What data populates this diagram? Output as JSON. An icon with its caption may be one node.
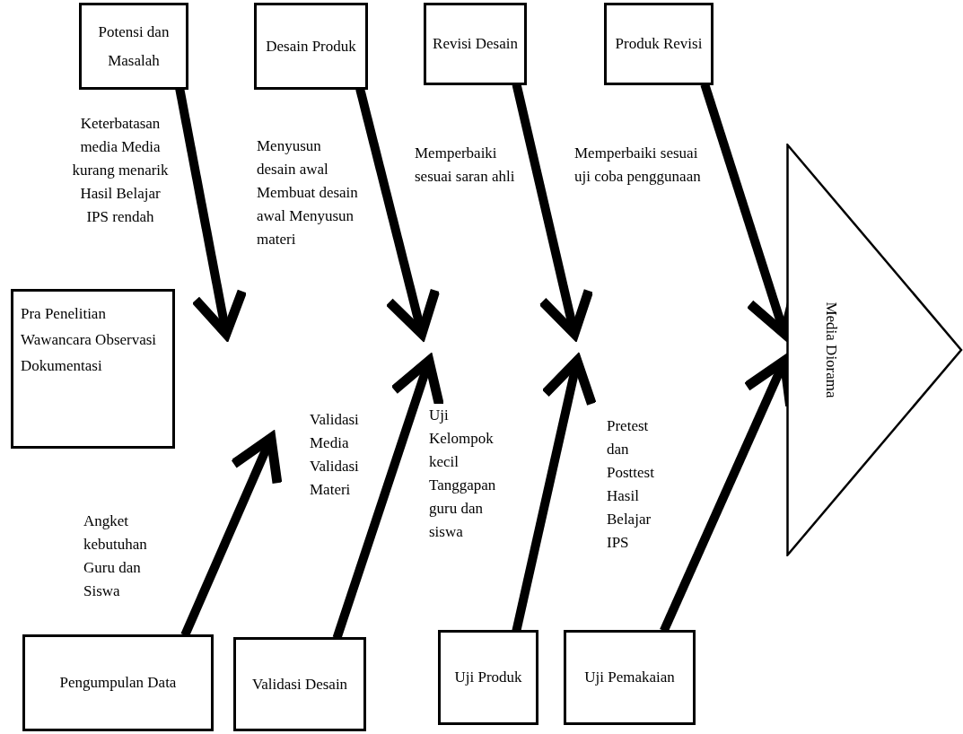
{
  "diagram": {
    "nodes": [
      {
        "text": [
          "Potensi dan Masalah"
        ]
      },
      {
        "text": [
          "Desain Produk"
        ]
      },
      {
        "text": [
          "Revisi Desain"
        ]
      },
      {
        "text": [
          "Produk Revisi"
        ]
      },
      {
        "text": [
          "Pra Penelitian Wawancara Observasi Dokumentasi"
        ]
      },
      {
        "text": [
          "Media Diorama"
        ]
      },
      {
        "text": [
          "Pengumpulan Data"
        ]
      },
      {
        "text": [
          "Validasi Desain"
        ]
      },
      {
        "text": [
          "Uji Produk"
        ]
      },
      {
        "text": [
          "Uji Pemakaian"
        ]
      }
    ],
    "edges": [
      {
        "from": 0,
        "to": null,
        "arrow": "to",
        "label": "Keterbatasan media Media kurang menarik Hasil Belajar IPS rendah"
      },
      {
        "from": 1,
        "to": null,
        "arrow": "to",
        "label": "Menyusun desain awal Membuat desain awal Menyusun materi"
      },
      {
        "from": 2,
        "to": null,
        "arrow": "to",
        "label": "Memperbaiki sesuai saran ahli"
      },
      {
        "from": 3,
        "to": 5,
        "arrow": "to",
        "label": "Memperbaiki sesuai uji coba penggunaan"
      },
      {
        "from": 6,
        "to": null,
        "arrow": "to",
        "label": "Angket kebutuhan Guru dan Siswa"
      },
      {
        "from": 7,
        "to": null,
        "arrow": "to",
        "label": "Validasi Media Validasi Materi"
      },
      {
        "from": 8,
        "to": null,
        "arrow": "to",
        "label": "Uji Kelompok kecil Tanggapan guru dan siswa"
      },
      {
        "from": 9,
        "to": 5,
        "arrow": "to",
        "label": "Pretest dan Posttest Hasil Belajar IPS"
      }
    ]
  }
}
